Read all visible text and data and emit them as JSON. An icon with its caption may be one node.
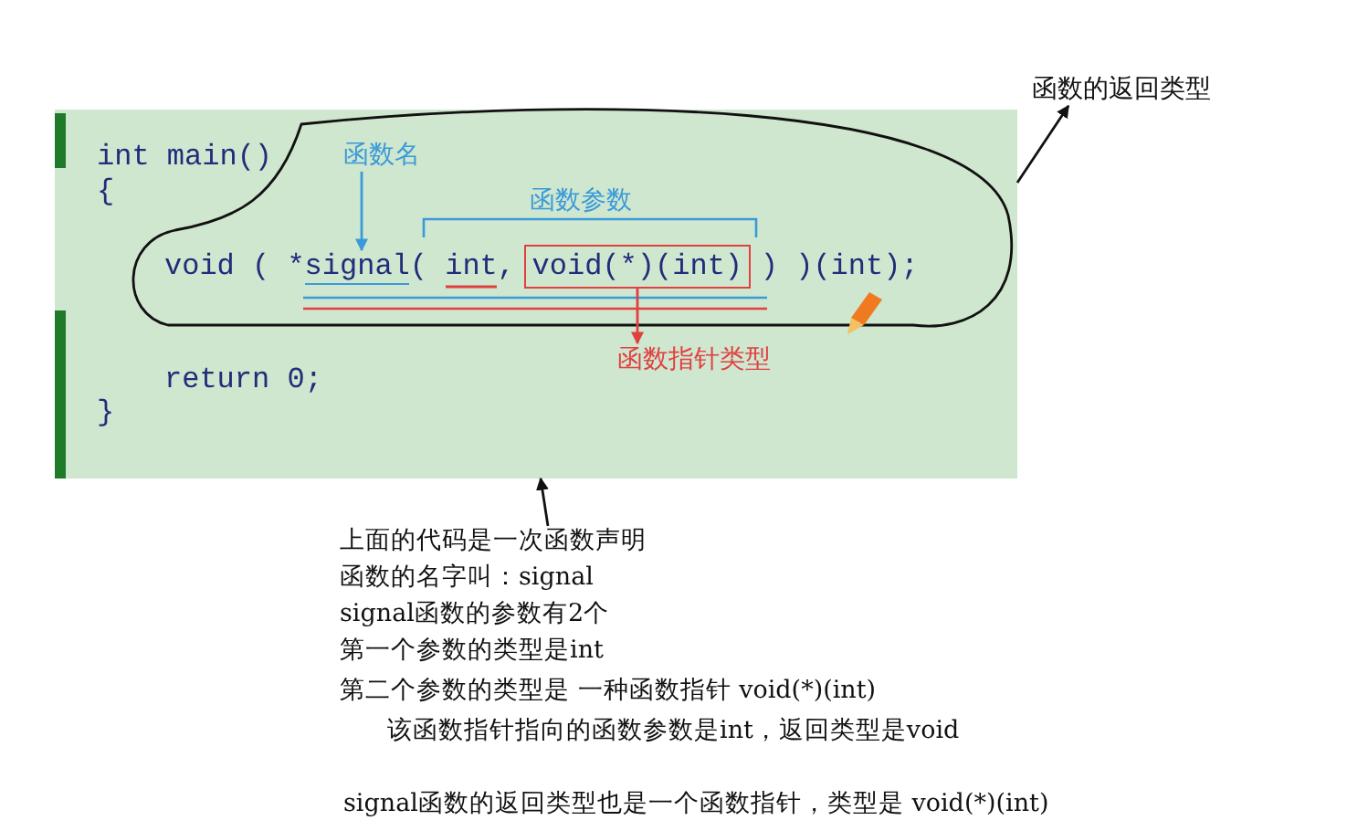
{
  "diagram": {
    "nodes": [
      {
        "text": [
          "int main()",
          "{",
          "void ( *",
          "( int,",
          ") )(int);",
          "return 0;",
          "}"
        ]
      },
      {
        "text": [
          "函数名"
        ],
        "in": 0
      },
      {
        "text": [
          "函数参数"
        ],
        "in": 0
      },
      {
        "text": [
          "signal"
        ],
        "in": 0
      },
      {
        "text": [
          "void(*)(int)"
        ],
        "in": 0
      },
      {
        "text": [
          "函数指针类型"
        ],
        "in": 0
      },
      {
        "text": [
          "函数的返回类型"
        ]
      },
      {
        "text": [
          "上面的代码是一次函数声明",
          "函数的名字叫：signal",
          "signal函数的参数有2个",
          "第一个参数的类型是int",
          "第二个参数的类型是 一种函数指针  void(*)(int)",
          "该函数指针指向的函数参数是int，返回类型是void",
          "signal函数的返回类型也是一个函数指针，类型是 void(*)(int)"
        ]
      }
    ],
    "edges": [
      {
        "from": 1,
        "to": 3,
        "arrow": "to",
        "color": "#3a9ad9"
      },
      {
        "from": 4,
        "to": 5,
        "arrow": "to",
        "color": "#e04040"
      },
      {
        "from": 0,
        "to": 6,
        "arrow": "to"
      },
      {
        "from": 7,
        "to": 0,
        "arrow": "to"
      }
    ]
  }
}
